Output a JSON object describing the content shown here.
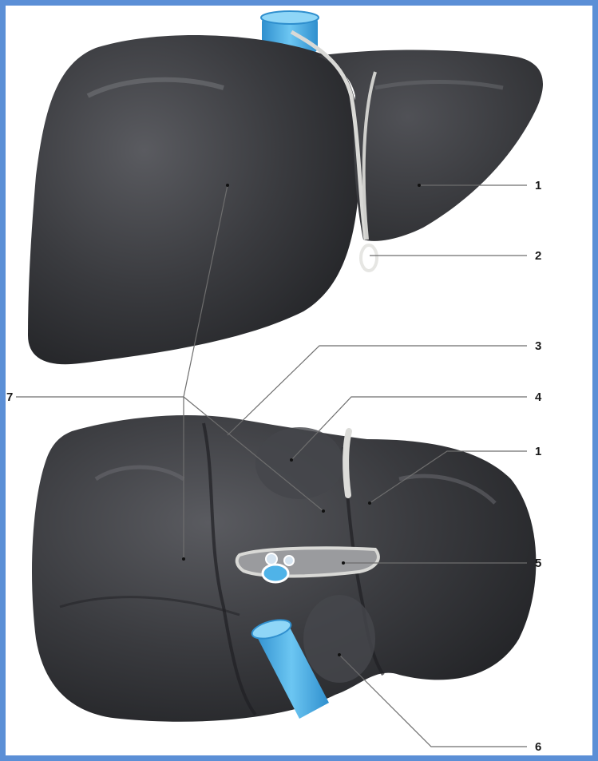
{
  "figure": {
    "callouts": {
      "c1_top": "1",
      "c2": "2",
      "c3": "3",
      "c4": "4",
      "c1_bottom": "1",
      "c5": "5",
      "c6": "6",
      "c7": "7"
    }
  },
  "colors": {
    "frame_border": "#5b8fd6",
    "liver_surface": "#3c3d41",
    "liver_shade": "#2a2b2e",
    "vein_blue": "#4fb3e8",
    "ligament": "#d9d9d6"
  },
  "icons": [
    "liver-anterior-view",
    "liver-visceral-view",
    "inferior-vena-cava",
    "round-ligament",
    "porta-hepatis"
  ]
}
